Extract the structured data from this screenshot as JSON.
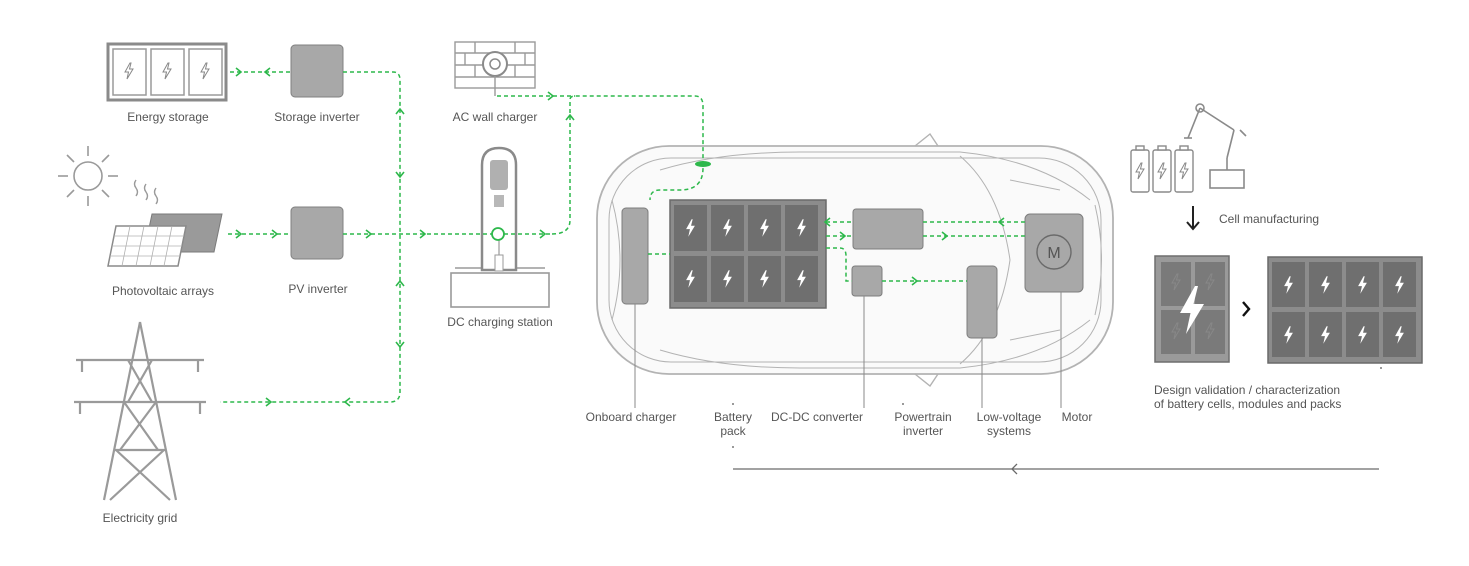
{
  "labels": {
    "energy_storage": "Energy storage",
    "storage_inverter": "Storage inverter",
    "ac_wall_charger": "AC wall charger",
    "photovoltaic_arrays": "Photovoltaic arrays",
    "pv_inverter": "PV inverter",
    "dc_charging_station": "DC charging station",
    "electricity_grid": "Electricity grid",
    "onboard_charger": "Onboard charger",
    "battery_pack_line1": "Battery",
    "battery_pack_line2": "pack",
    "dc_dc_converter": "DC-DC converter",
    "powertrain_inverter_line1": "Powertrain",
    "powertrain_inverter_line2": "inverter",
    "low_voltage_line1": "Low-voltage",
    "low_voltage_line2": "systems",
    "motor": "Motor",
    "motor_symbol": "M",
    "cell_manufacturing": "Cell manufacturing",
    "design_validation_line1": "Design validation / characterization",
    "design_validation_line2": "of battery cells, modules and packs"
  },
  "colors": {
    "flow": "#2db84b",
    "component": "#a8a8a8",
    "component_stroke": "#7d7d7d",
    "outline": "#9a9a9a",
    "text": "#555555"
  }
}
